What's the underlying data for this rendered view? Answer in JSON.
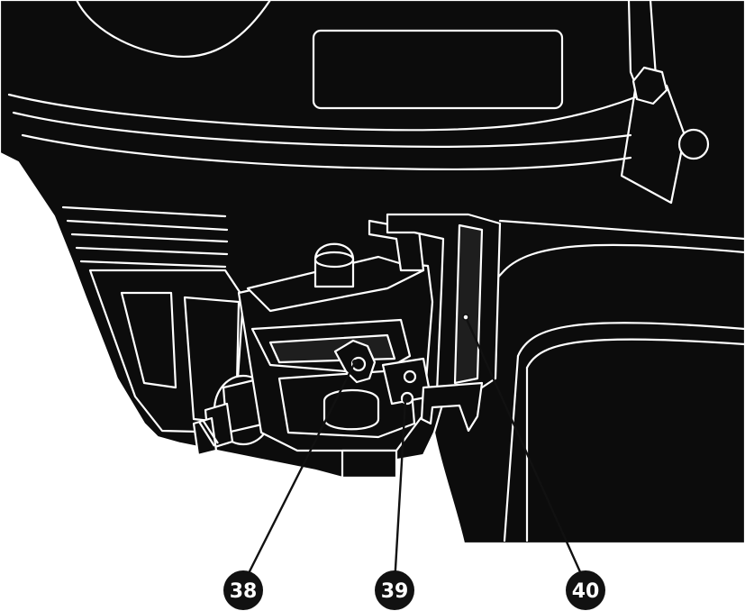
{
  "colors": {
    "body": "#0c0c0c",
    "outline": "#ffffff",
    "shadow": "#1e1e1e",
    "callout_fill": "#111111",
    "callout_text": "#ffffff",
    "background": "#ffffff"
  },
  "callouts": [
    {
      "label": "38"
    },
    {
      "label": "39"
    },
    {
      "label": "40"
    }
  ]
}
